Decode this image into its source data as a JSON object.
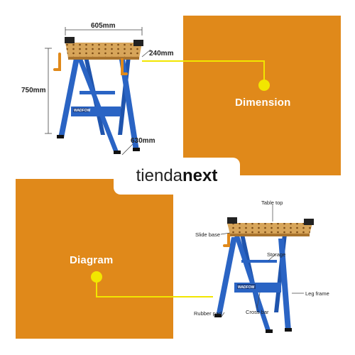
{
  "dimensions": {
    "width": "605mm",
    "depth": "240mm",
    "height": "750mm",
    "leg_spread": "630mm"
  },
  "labels": {
    "dimension": "Dimension",
    "diagram": "Diagram"
  },
  "logo": {
    "part1": "tienda",
    "part2": "next"
  },
  "brand_on_frame": "WADFOW",
  "parts": {
    "table_top": "Table top",
    "slide_base": "Slide base",
    "storage": "Storage",
    "leg_frame": "Leg frame",
    "rubber_pad": "Rubber pad",
    "cross_bar": "Cross bar"
  },
  "colors": {
    "panel_orange": "#e0891a",
    "connector_yellow": "#f2e600",
    "frame_blue": "#2a64c4",
    "wood": "#d7a55a"
  }
}
